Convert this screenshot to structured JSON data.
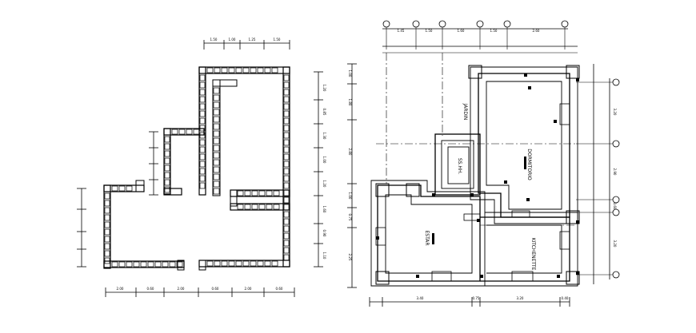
{
  "drawing": {
    "background": "#ffffff",
    "ink": "#000000"
  },
  "left_plan": {
    "top_dims": [
      "1.50",
      "1.00",
      "1.25",
      "1.50"
    ],
    "bottom_dims": [
      "2.00",
      "0.60",
      "2.00",
      "0.60",
      "2.00",
      "0.60"
    ],
    "right_dims": [
      "1.20",
      "0.85",
      "1.30",
      "1.00",
      "1.20",
      "1.60",
      "0.90",
      "1.10"
    ]
  },
  "right_plan": {
    "top_dims": [
      "1.45",
      "1.50",
      "1.60",
      "1.50",
      "2.60"
    ],
    "bottom_dims": [
      "3.40",
      "0.75",
      "3.20",
      "0.40"
    ],
    "left_dims": [
      "1.00",
      "1.80",
      "2.80",
      "1.00",
      "0.75",
      "2.25"
    ],
    "right_dims": [
      "3.20",
      "2.90",
      "0.60",
      "3.20"
    ],
    "rooms": {
      "jardin": "JARDIN",
      "dormitorio": "DORMITORIO",
      "sshh": "SS.HH.",
      "estar": "ESTAR",
      "kitchenette": "KITCHENETTE"
    }
  }
}
